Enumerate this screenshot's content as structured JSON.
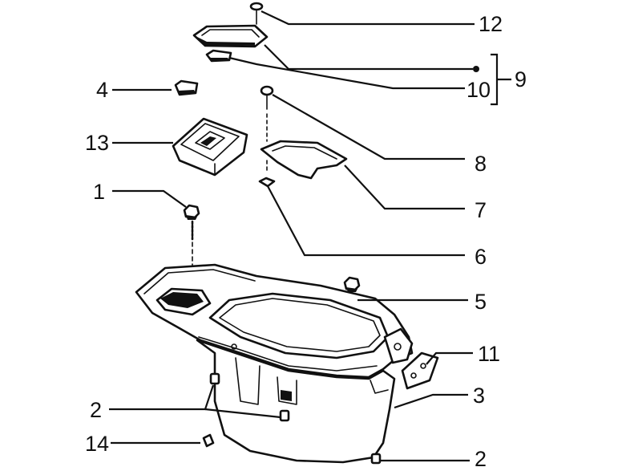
{
  "diagram": {
    "callouts": [
      {
        "id": "12",
        "label": "12"
      },
      {
        "id": "9",
        "label": "9"
      },
      {
        "id": "10",
        "label": "10"
      },
      {
        "id": "4",
        "label": "4"
      },
      {
        "id": "13",
        "label": "13"
      },
      {
        "id": "8",
        "label": "8"
      },
      {
        "id": "1",
        "label": "1"
      },
      {
        "id": "7",
        "label": "7"
      },
      {
        "id": "6",
        "label": "6"
      },
      {
        "id": "5",
        "label": "5"
      },
      {
        "id": "11",
        "label": "11"
      },
      {
        "id": "2a",
        "label": "2"
      },
      {
        "id": "3",
        "label": "3"
      },
      {
        "id": "14",
        "label": "14"
      },
      {
        "id": "2b",
        "label": "2"
      }
    ]
  }
}
